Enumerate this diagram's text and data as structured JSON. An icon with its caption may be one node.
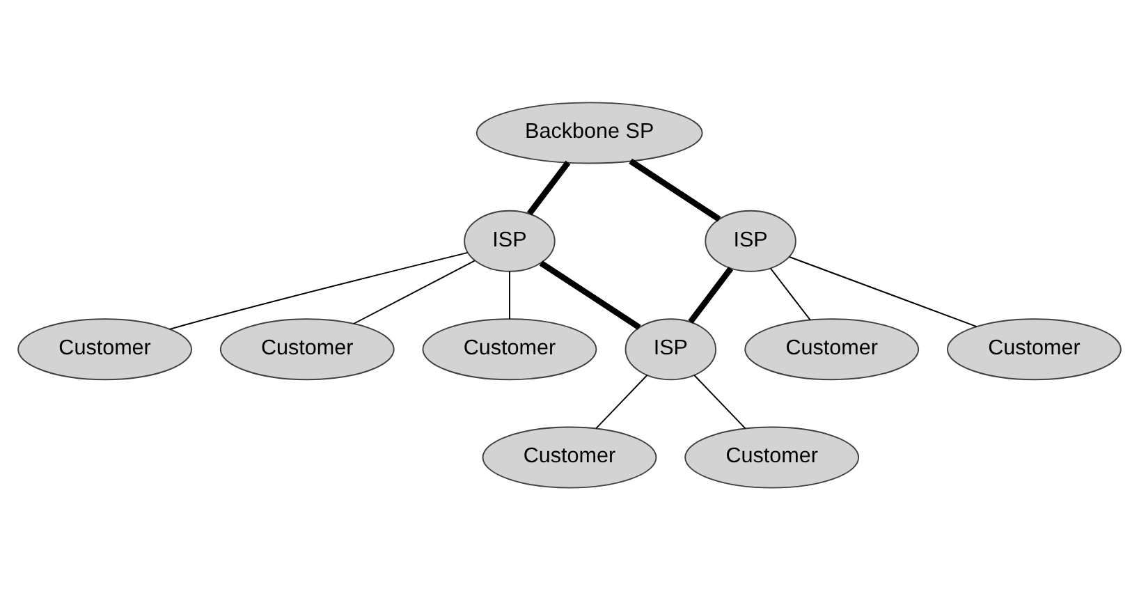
{
  "diagram": {
    "nodes": [
      {
        "text": [
          "Backbone SP"
        ]
      },
      {
        "text": [
          "ISP"
        ]
      },
      {
        "text": [
          "ISP"
        ]
      },
      {
        "text": [
          "ISP"
        ]
      },
      {
        "text": [
          "Customer"
        ]
      },
      {
        "text": [
          "Customer"
        ]
      },
      {
        "text": [
          "Customer"
        ]
      },
      {
        "text": [
          "Customer"
        ]
      },
      {
        "text": [
          "Customer"
        ]
      },
      {
        "text": [
          "Customer"
        ]
      },
      {
        "text": [
          "Customer"
        ]
      }
    ],
    "edges": [
      {
        "from": 0,
        "to": 1,
        "arrow": "none",
        "style": "thick"
      },
      {
        "from": 0,
        "to": 3,
        "arrow": "none",
        "style": "thick"
      },
      {
        "from": 1,
        "to": 2,
        "arrow": "none",
        "style": "thick"
      },
      {
        "from": 3,
        "to": 2,
        "arrow": "none",
        "style": "thick"
      },
      {
        "from": 1,
        "to": 5,
        "arrow": "none"
      },
      {
        "from": 1,
        "to": 4,
        "arrow": "none"
      },
      {
        "from": 1,
        "to": 6,
        "arrow": "none"
      },
      {
        "from": 2,
        "to": 7,
        "arrow": "none"
      },
      {
        "from": 2,
        "to": 8,
        "arrow": "none"
      },
      {
        "from": 3,
        "to": 9,
        "arrow": "none"
      },
      {
        "from": 3,
        "to": 10,
        "arrow": "none"
      }
    ]
  }
}
